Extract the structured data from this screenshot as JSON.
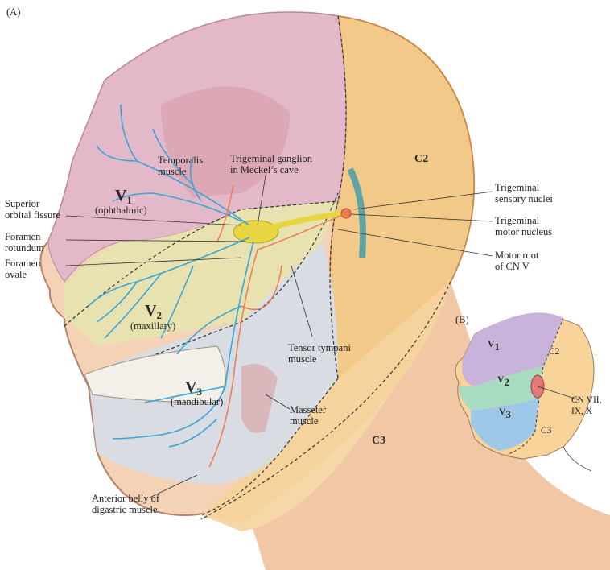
{
  "panel_a": "(A)",
  "panel_b": "(B)",
  "regions": {
    "c2": "C2",
    "c3": "C3"
  },
  "divisions": {
    "v1": {
      "letter": "V",
      "num": "1",
      "name": "(ophthalmic)"
    },
    "v2": {
      "letter": "V",
      "num": "2",
      "name": "(maxillary)"
    },
    "v3": {
      "letter": "V",
      "num": "3",
      "name": "(mandibular)"
    }
  },
  "labels": {
    "temporalis": "Temporalis\nmuscle",
    "trigeminal_ganglion": "Trigeminal ganglion\nin Meckel’s cave",
    "superior_orbital_fissure": "Superior\norbital fissure",
    "foramen_rotundum": "Foramen\nrotundum",
    "foramen_ovale": "Foramen\novale",
    "sensory_nuclei": "Trigeminal\nsensory nuclei",
    "motor_nucleus": "Trigeminal\nmotor nucleus",
    "motor_root": "Motor root\nof CN V",
    "tensor_tympani": "Tensor tympani\nmuscle",
    "masseter": "Masseter\nmuscle",
    "digastric": "Anterior belly of\ndigastric muscle"
  },
  "inset": {
    "v1": {
      "letter": "V",
      "num": "1"
    },
    "v2": {
      "letter": "V",
      "num": "2"
    },
    "v3": {
      "letter": "V",
      "num": "3"
    },
    "c2": "C2",
    "c3": "C3",
    "cn": "CN VII,\nIX, X"
  },
  "colors": {
    "v1_zone": "#e3b8c8",
    "v2_zone": "#e6e3b0",
    "v3_zone": "#d7dde6",
    "c2_zone": "#f3c98a",
    "c3_zone": "#f6d8a8",
    "sensory_nerve": "#3aa6d8",
    "motor_nerve": "#ee7b55",
    "ganglion": "#e7d640",
    "inset_v1": "#c9b3da",
    "inset_v2": "#a8dcc0",
    "inset_v3": "#9fc8e8",
    "inset_c": "#f8d39a"
  }
}
